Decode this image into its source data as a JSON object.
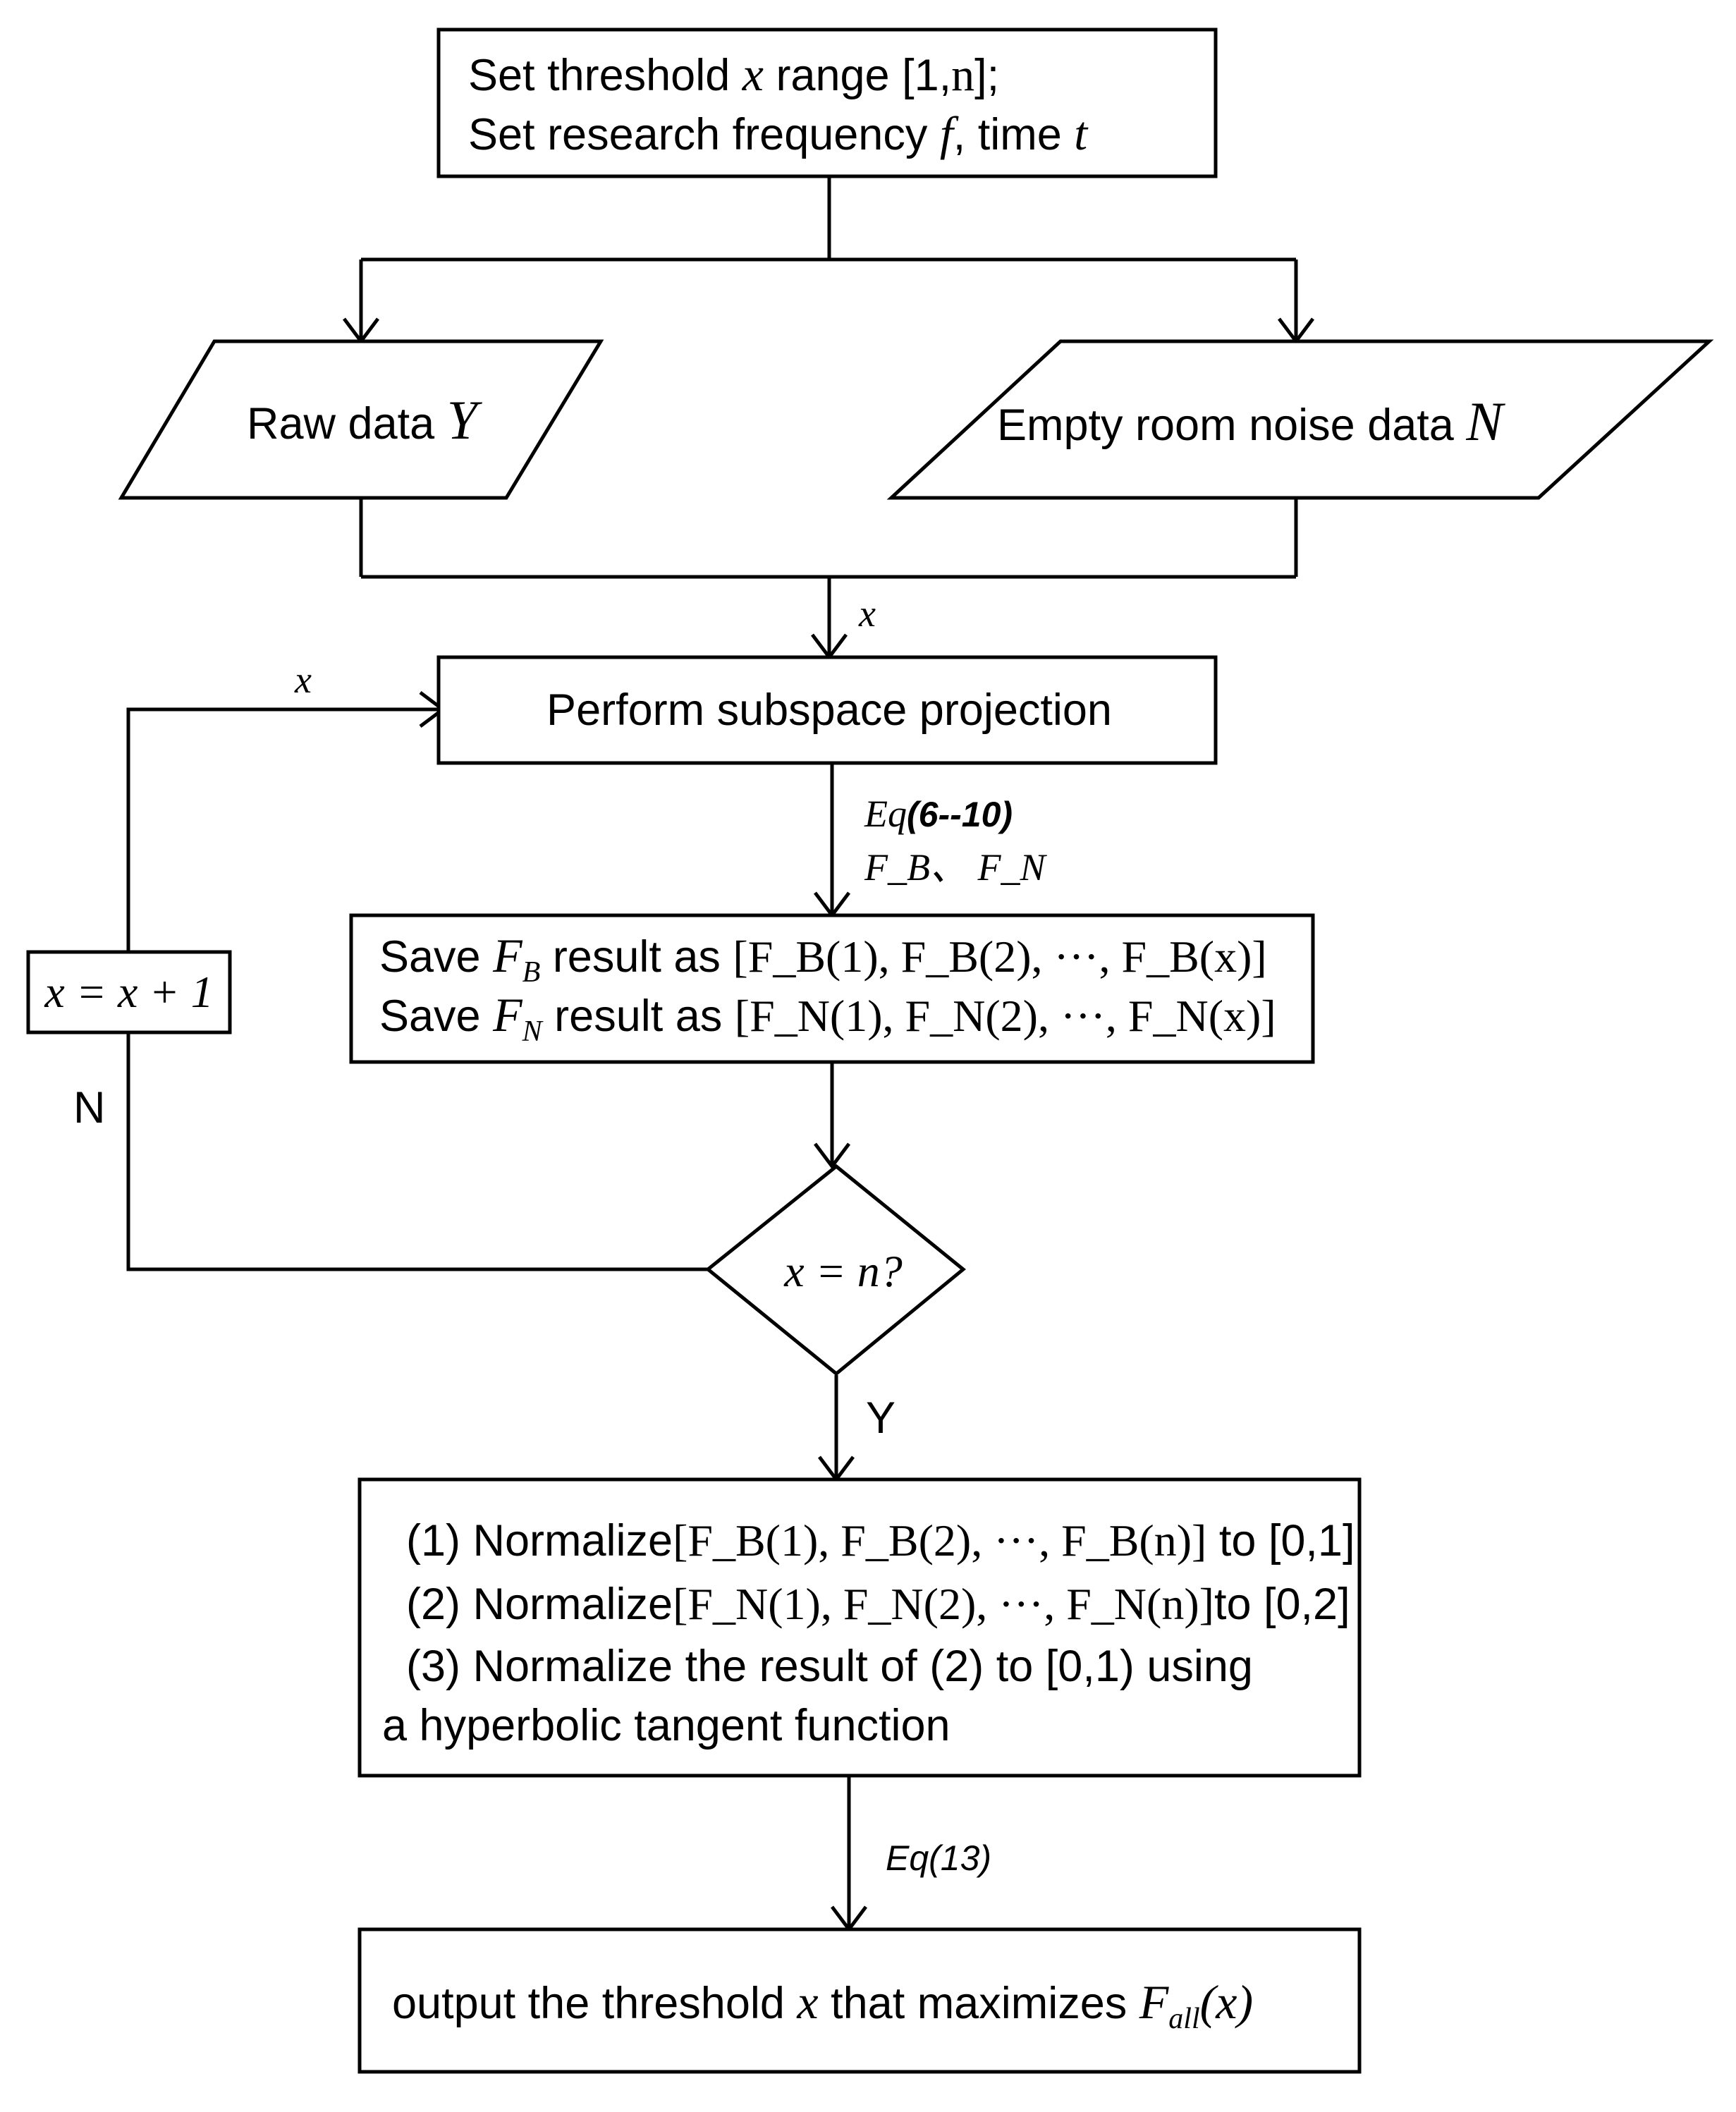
{
  "nodes": {
    "setup": {
      "line1_pre": "Set threshold ",
      "line1_var": "x",
      "line1_mid": " range [1,",
      "line1_n": "n",
      "line1_post": "];",
      "line2_pre": "Set research frequency ",
      "line2_var_f": "f",
      "line2_mid": ", time ",
      "line2_var_t": "t"
    },
    "raw_data": {
      "label": "Raw data ",
      "var": "Y"
    },
    "noise_data": {
      "label": "Empty room noise data ",
      "var": "N"
    },
    "projection": {
      "label": "Perform subspace projection"
    },
    "save": {
      "line1_pre": "Save ",
      "line1_F": "F",
      "line1_sub": "B",
      "line1_mid": " result as ",
      "line1_seq": "[F_B(1), F_B(2), ···, F_B(x)]",
      "line2_pre": "Save ",
      "line2_F": "F",
      "line2_sub": "N",
      "line2_mid": " result as ",
      "line2_seq": "[F_N(1), F_N(2), ···, F_N(x)]"
    },
    "decision": {
      "label": "x = n?"
    },
    "increment": {
      "label": "x = x + 1"
    },
    "normalize": {
      "line1_pre": "(1) Normalize",
      "line1_seq": "[F_B(1), F_B(2), ···, F_B(n)]",
      "line1_post": " to [0,1]",
      "line2_pre": "(2) Normalize",
      "line2_seq": "[F_N(1), F_N(2), ···, F_N(n)]",
      "line2_post": "to [0,2]",
      "line3": "(3) Normalize the result of (2) to [0,1) using",
      "line4": "a hyperbolic tangent function"
    },
    "output": {
      "pre": "output the threshold ",
      "var": "x",
      "mid": " that maximizes ",
      "F": "F",
      "sub": "all",
      "post": "(x)"
    }
  },
  "edge_labels": {
    "merge_x": "x",
    "loop_x": "x",
    "eq_6_10_prefix": "Eq",
    "eq_6_10_suffix": "(6--10)",
    "fb_fn": "F_B、 F_N",
    "no": "N",
    "yes": "Y",
    "eq_13": "Eq(13)"
  }
}
